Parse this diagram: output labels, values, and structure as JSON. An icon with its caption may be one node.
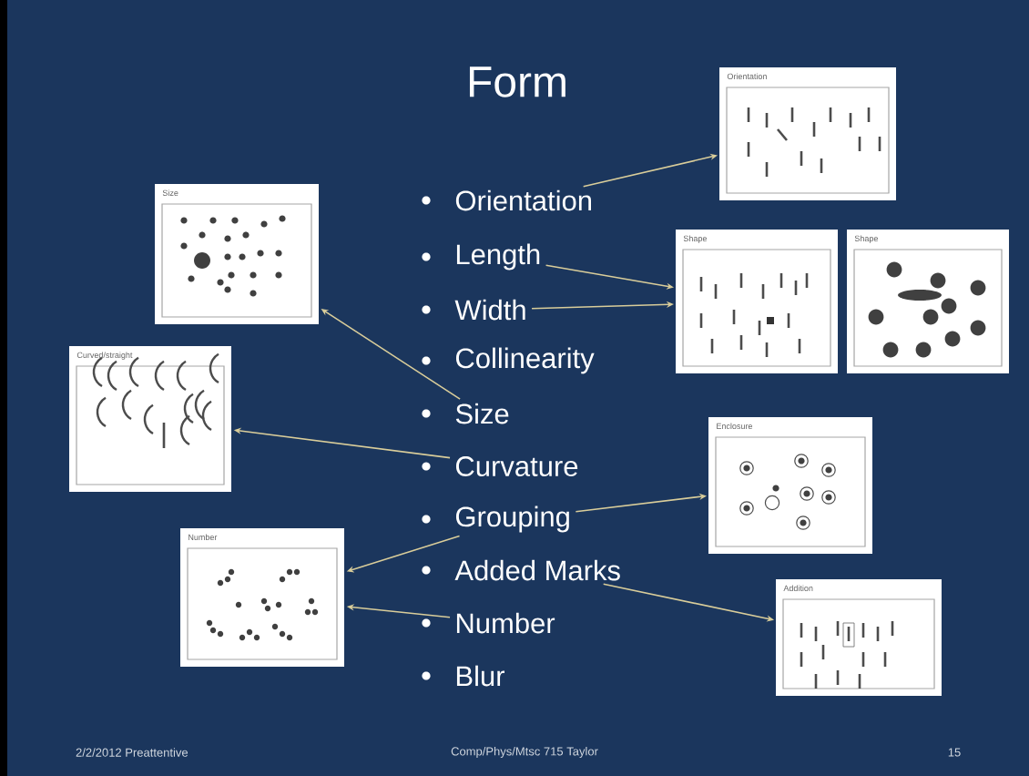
{
  "diagram": {
    "title": "Form",
    "nodes": [
      {
        "text": [
          "Orientation"
        ]
      },
      {
        "text": [
          "Length"
        ]
      },
      {
        "text": [
          "Width"
        ]
      },
      {
        "text": [
          "Collinearity"
        ]
      },
      {
        "text": [
          "Size"
        ]
      },
      {
        "text": [
          "Curvature"
        ]
      },
      {
        "text": [
          "Grouping"
        ]
      },
      {
        "text": [
          "Added Marks"
        ]
      },
      {
        "text": [
          "Number"
        ]
      },
      {
        "text": [
          "Blur"
        ]
      },
      {
        "text": [
          "Orientation"
        ]
      },
      {
        "text": [
          "Shape"
        ]
      },
      {
        "text": [
          "Shape"
        ]
      },
      {
        "text": [
          "Size"
        ]
      },
      {
        "text": [
          "Curved/straight"
        ]
      },
      {
        "text": [
          "Enclosure"
        ]
      },
      {
        "text": [
          "Number"
        ]
      },
      {
        "text": [
          "Addition"
        ]
      }
    ],
    "edges": [
      {
        "from": 0,
        "to": 10,
        "arrow": "to"
      },
      {
        "from": 1,
        "to": 11,
        "arrow": "to"
      },
      {
        "from": 2,
        "to": 11,
        "arrow": "to"
      },
      {
        "from": 4,
        "to": 13,
        "arrow": "to"
      },
      {
        "from": 5,
        "to": 14,
        "arrow": "to"
      },
      {
        "from": 6,
        "to": 15,
        "arrow": "to"
      },
      {
        "from": 6,
        "to": 16,
        "arrow": "to"
      },
      {
        "from": 7,
        "to": 17,
        "arrow": "to"
      },
      {
        "from": 8,
        "to": 16,
        "arrow": "to"
      }
    ],
    "labels": [
      "2/2/2012 Preattentive",
      "Comp/Phys/Mtsc 715 Taylor",
      "15"
    ]
  }
}
